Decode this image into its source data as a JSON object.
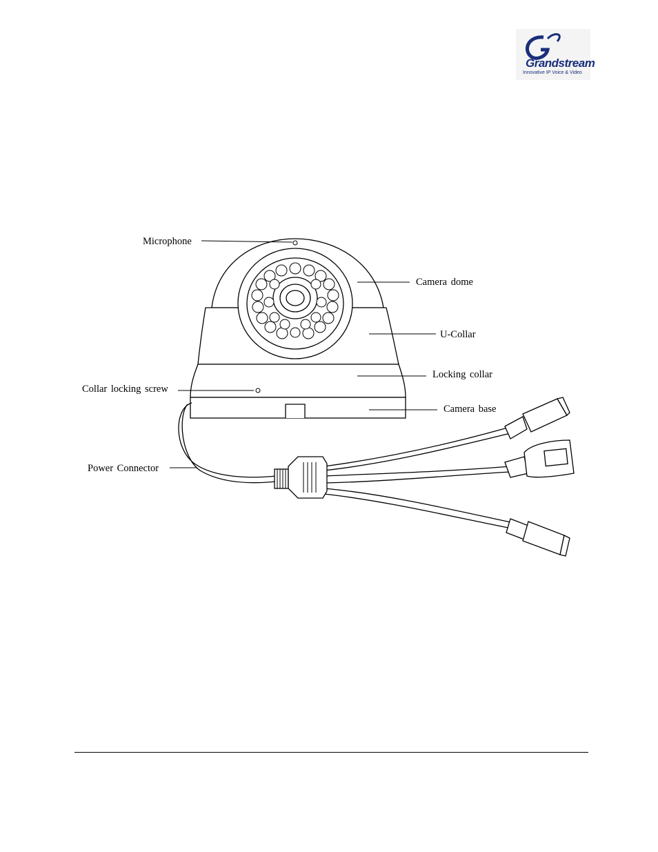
{
  "logo": {
    "brand_text": "Grandstream",
    "tagline": "Innovative IP Voice & Video"
  },
  "labels": {
    "microphone": "Microphone",
    "camera_dome": "Camera dome",
    "u_collar": "U-Collar",
    "locking_collar": "Locking collar",
    "collar_locking_screw": "Collar locking screw",
    "camera_base": "Camera base",
    "power_connector": "Power Connector"
  }
}
